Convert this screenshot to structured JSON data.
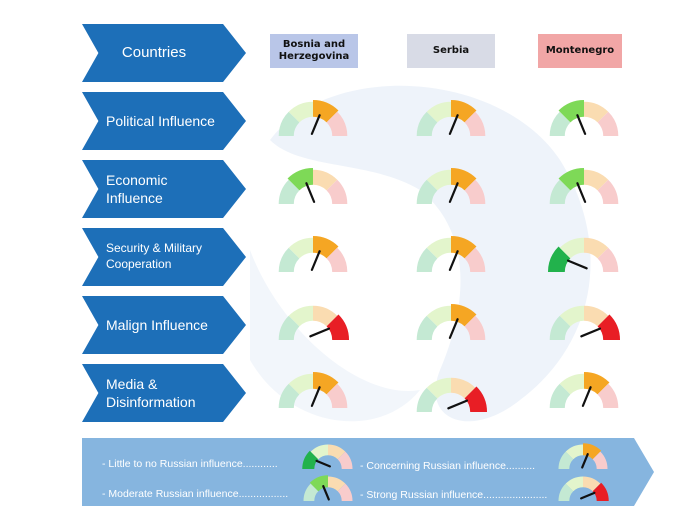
{
  "header": {
    "label": "Countries"
  },
  "countries": [
    {
      "name": "Bosnia and Herzegovina",
      "flag_bg": "#b9c6e8"
    },
    {
      "name": "Serbia",
      "flag_bg": "#d8dbe6"
    },
    {
      "name": "Montenegro",
      "flag_bg": "#f1a6a6"
    }
  ],
  "categories": [
    "Political Influence",
    "Economic Influence",
    "Security & Military Cooperation",
    "Malign Influence",
    "Media & Disinformation"
  ],
  "gauge_colors": [
    "#86d4a8",
    "#c2ee9a",
    "#f7b657",
    "#f59a9a"
  ],
  "gauge_faded_colors": [
    "#c4e9d3",
    "#e3f5cc",
    "#fadcb1",
    "#f8cccc"
  ],
  "gauge_bold_colors": [
    "#22b24c",
    "#7ed957",
    "#f5a623",
    "#e81e25"
  ],
  "levels": [
    [
      3,
      2,
      3,
      4,
      3
    ],
    [
      3,
      3,
      3,
      3,
      4
    ],
    [
      2,
      2,
      1,
      4,
      3
    ]
  ],
  "legend": {
    "items": [
      {
        "text": "- Little to no Russian influence............",
        "level": 1
      },
      {
        "text": "- Moderate Russian influence.................",
        "level": 2
      },
      {
        "text": "- Concerning Russian influence..........",
        "level": 3
      },
      {
        "text": "- Strong Russian influence......................",
        "level": 4
      }
    ]
  }
}
